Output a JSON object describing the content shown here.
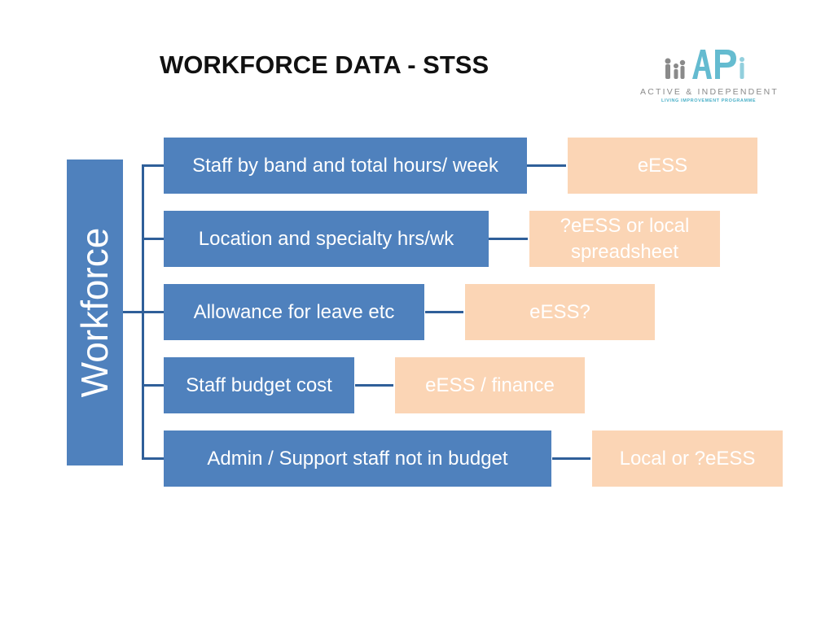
{
  "title": "WORKFORCE DATA - STSS",
  "logo": {
    "text_line1": "ACTIVE & INDEPENDENT",
    "text_line2": "LIVING IMPROVEMENT PROGRAMME",
    "colors": {
      "primary": "#4ab0c8",
      "secondary": "#8a8a8a"
    }
  },
  "root_label": "Workforce",
  "rows": [
    {
      "item": "Staff by band and total hours/ week",
      "source": "eESS"
    },
    {
      "item": "Location and specialty hrs/wk",
      "source": "?eESS or local spreadsheet"
    },
    {
      "item": "Allowance for leave etc",
      "source": "eESS?"
    },
    {
      "item": "Staff budget cost",
      "source": "eESS / finance"
    },
    {
      "item": "Admin  / Support staff not in budget",
      "source": "Local or ?eESS"
    }
  ],
  "colors": {
    "blue": "#4f81bd",
    "peach": "#fbd5b5",
    "connector": "#2f5f99"
  }
}
